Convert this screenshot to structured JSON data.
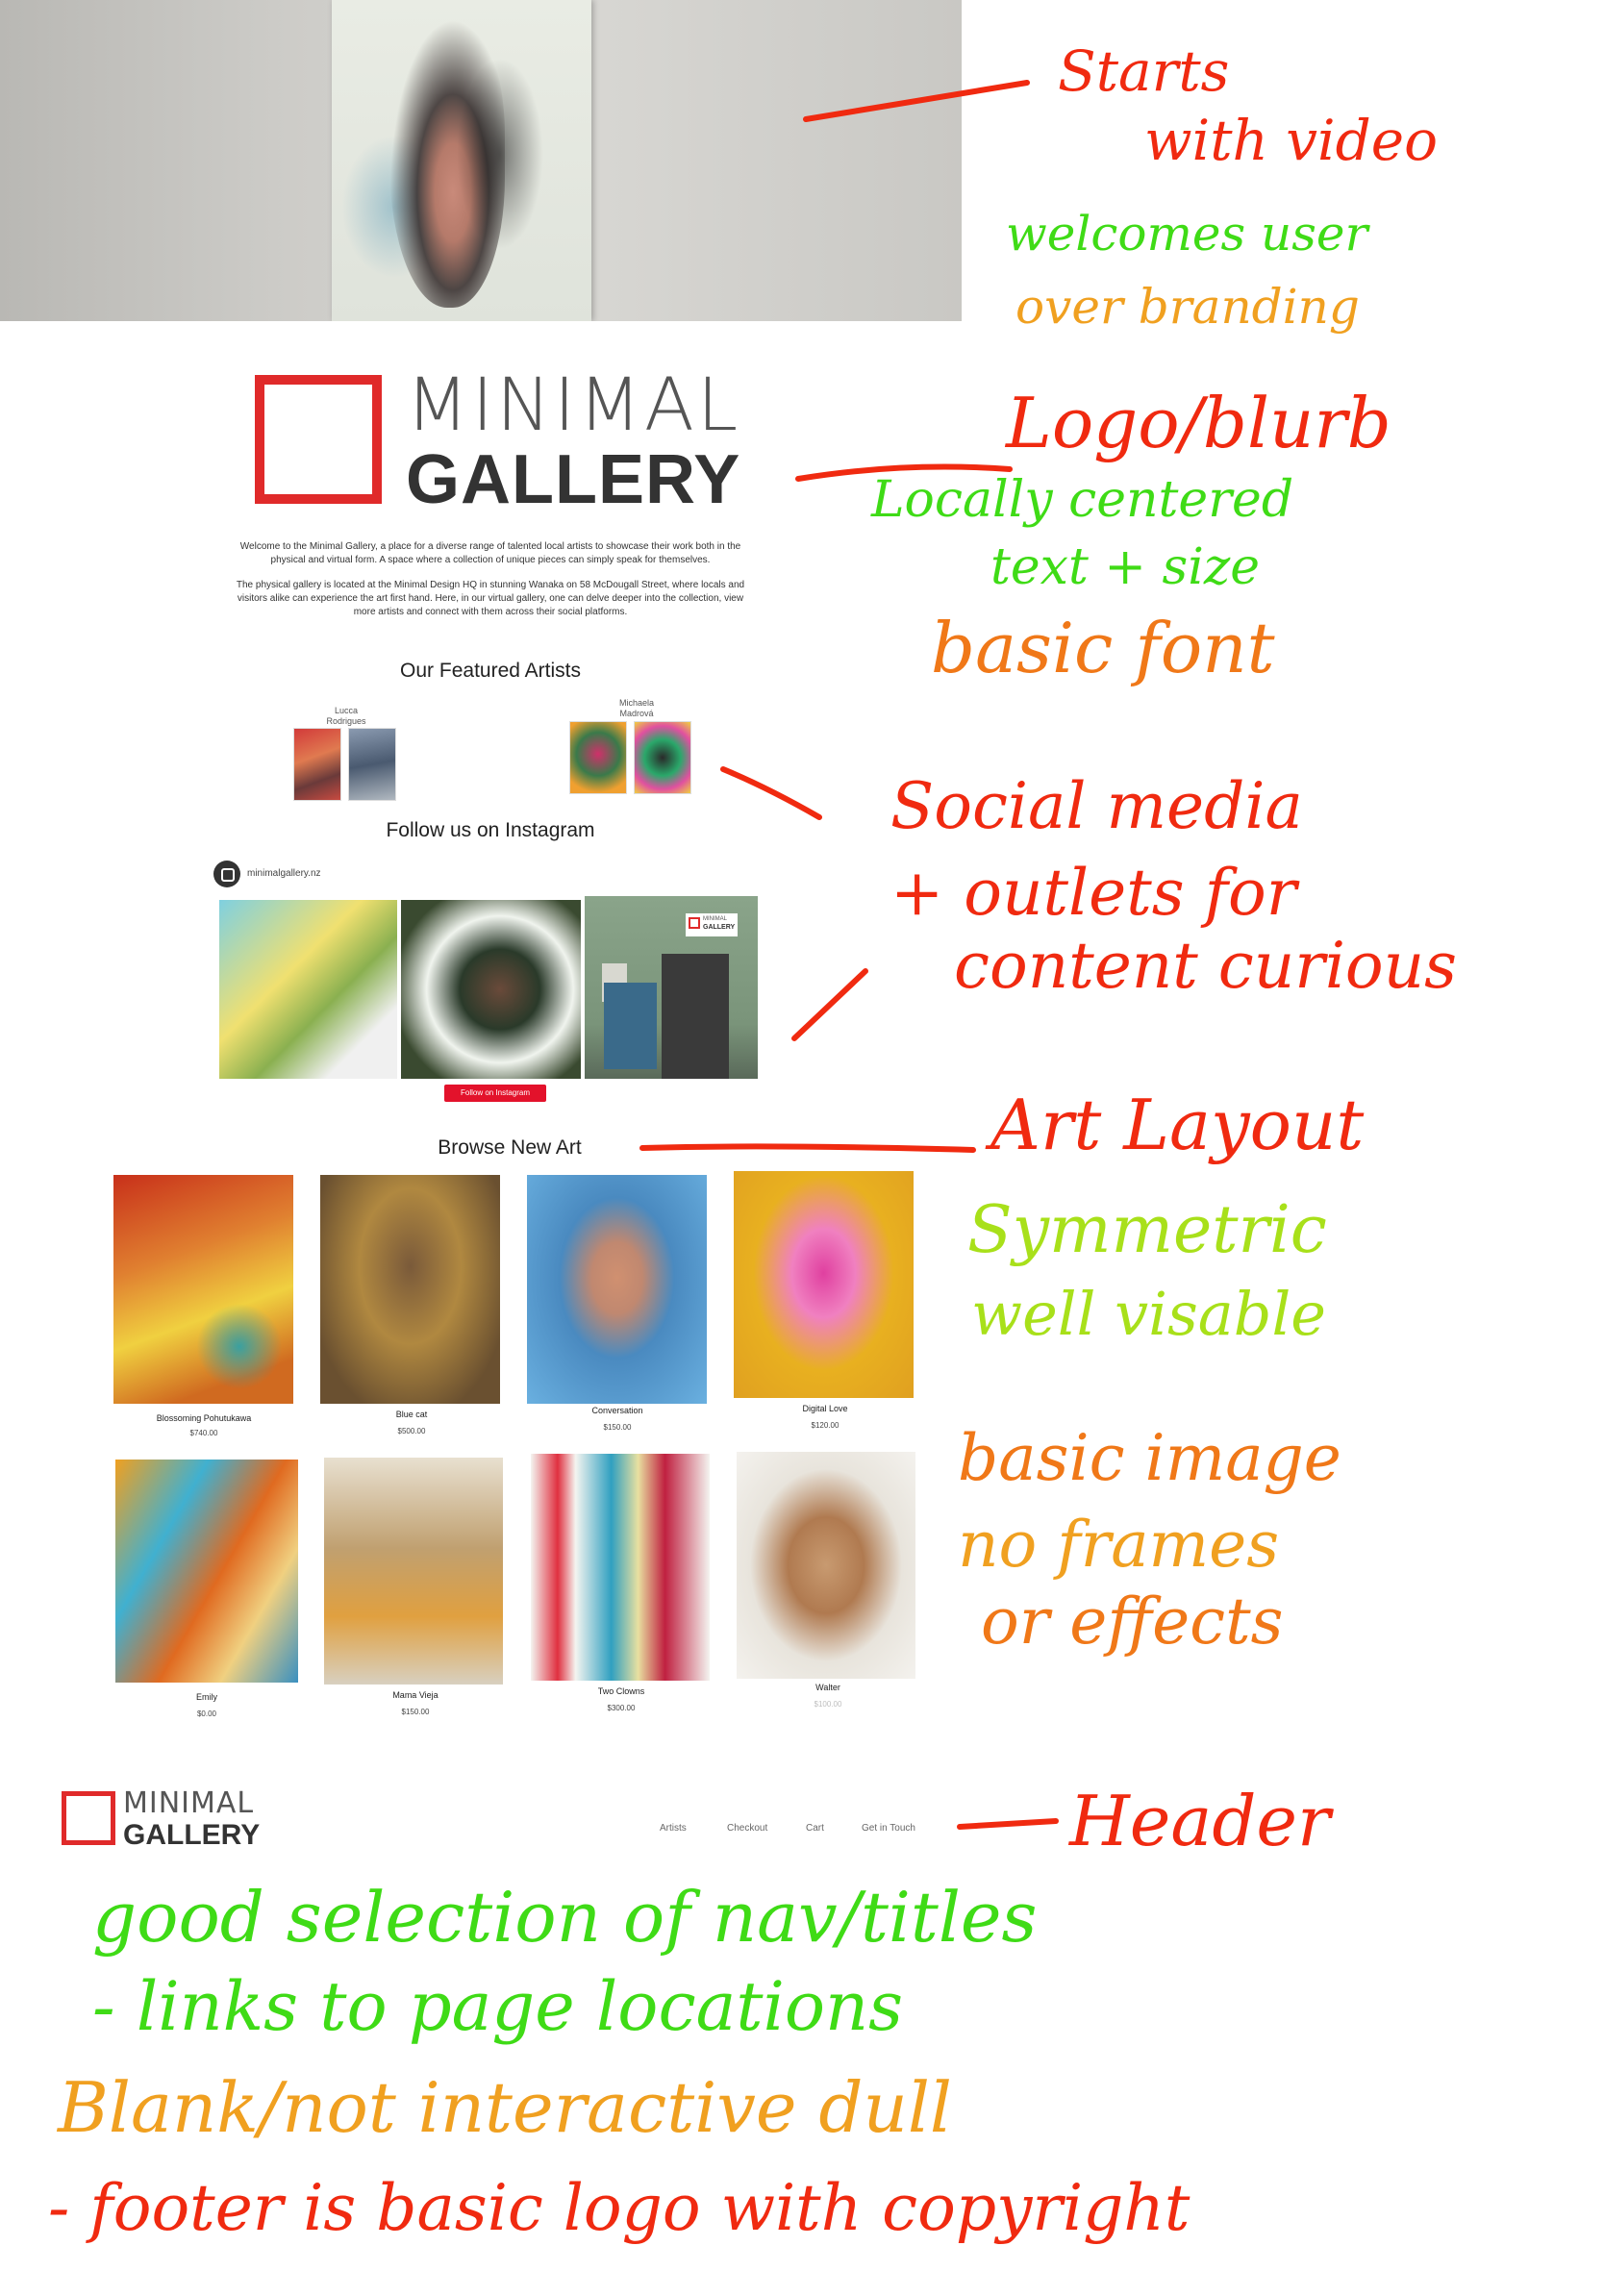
{
  "logo": {
    "line1": "MINIMAL",
    "line2": "GALLERY"
  },
  "intro": {
    "p1": "Welcome to the Minimal Gallery, a place for a diverse range of talented local artists to showcase their work both in the physical and virtual form. A space where a collection of unique pieces can simply speak for themselves.",
    "p2": "The physical gallery is located at the Minimal Design HQ in stunning Wanaka on 58 McDougall Street, where locals and visitors alike can experience the art first hand. Here, in our virtual gallery, one can delve deeper into the collection, view more artists and connect with them across their social platforms."
  },
  "featured": {
    "heading": "Our Featured Artists",
    "artists": [
      {
        "name_line1": "Lucca",
        "name_line2": "Rodrigues"
      },
      {
        "name_line1": "Michaela",
        "name_line2": "Madrová"
      }
    ]
  },
  "instagram": {
    "heading": "Follow us on Instagram",
    "handle": "minimalgallery.nz",
    "follow_button": "Follow on Instagram",
    "sign_line1": "MINIMAL",
    "sign_line2": "GALLERY"
  },
  "browse": {
    "heading": "Browse New Art",
    "artworks": [
      {
        "title": "Blossoming Pohutukawa",
        "price": "$740.00"
      },
      {
        "title": "Blue cat",
        "price": "$500.00"
      },
      {
        "title": "Conversation",
        "price": "$150.00"
      },
      {
        "title": "Digital Love",
        "price": "$120.00"
      },
      {
        "title": "Emily",
        "price": "$0.00"
      },
      {
        "title": "Mama Vieja",
        "price": "$150.00"
      },
      {
        "title": "Two Clowns",
        "price": "$300.00"
      },
      {
        "title": "Walter",
        "price": "$100.00"
      }
    ]
  },
  "header": {
    "logo_line1": "MINIMAL",
    "logo_line2": "GALLERY",
    "nav": [
      "Artists",
      "Checkout",
      "Cart",
      "Get in Touch"
    ]
  },
  "annotations": {
    "a1": [
      "Starts",
      "with video",
      "welcomes user",
      "over branding"
    ],
    "a2": [
      "Logo/blurb",
      "Locally centered",
      "text + size",
      "basic font"
    ],
    "a3": [
      "Social media",
      "+ outlets for",
      "content curious"
    ],
    "a4": [
      "Art Layout",
      "Symmetric",
      "well visable",
      "basic image",
      "no frames",
      "or effects"
    ],
    "a5": [
      "Header"
    ],
    "a6": [
      "good selection of nav/titles",
      "- links to page locations",
      "Blank/not interactive dull",
      "- footer is basic logo with copyright"
    ]
  },
  "colors": {
    "brand_red": "#e02a2a",
    "ig_button": "#e3122b",
    "note_red": "#f02a10",
    "note_green": "#3fdb16",
    "note_orange": "#f0a020",
    "note_yellowgreen": "#a8e01a",
    "note_darkorange": "#f07818"
  }
}
